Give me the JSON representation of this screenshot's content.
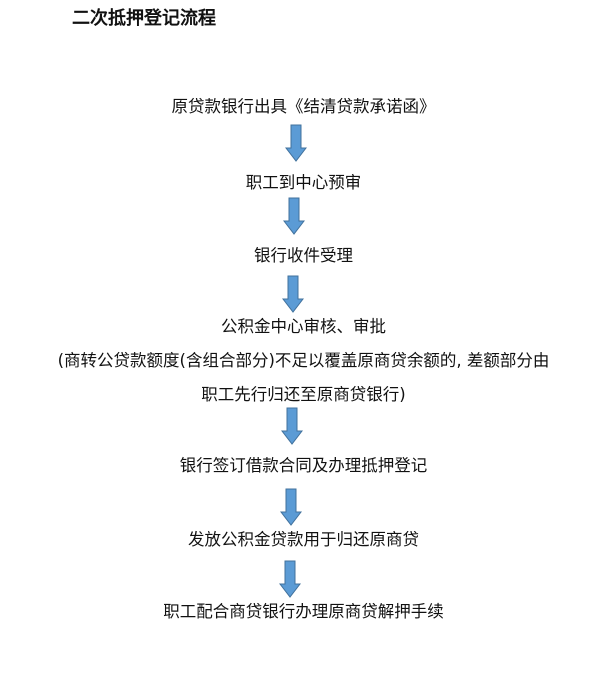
{
  "title": "二次抵押登记流程",
  "steps": [
    "原贷款银行出具《结清贷款承诺函》",
    "职工到中心预审",
    "银行收件受理",
    "公积金中心审核、审批",
    "(商转公贷款额度(含组合部分)不足以覆盖原商贷余额的, 差额部分由",
    "职工先行归还至原商贷银行)",
    "银行签订借款合同及办理抵押登记",
    "发放公积金贷款用于归还原商贷",
    "职工配合商贷银行办理原商贷解押手续"
  ],
  "colors": {
    "arrow_fill": "#5b9bd5",
    "arrow_stroke": "#41719c"
  }
}
